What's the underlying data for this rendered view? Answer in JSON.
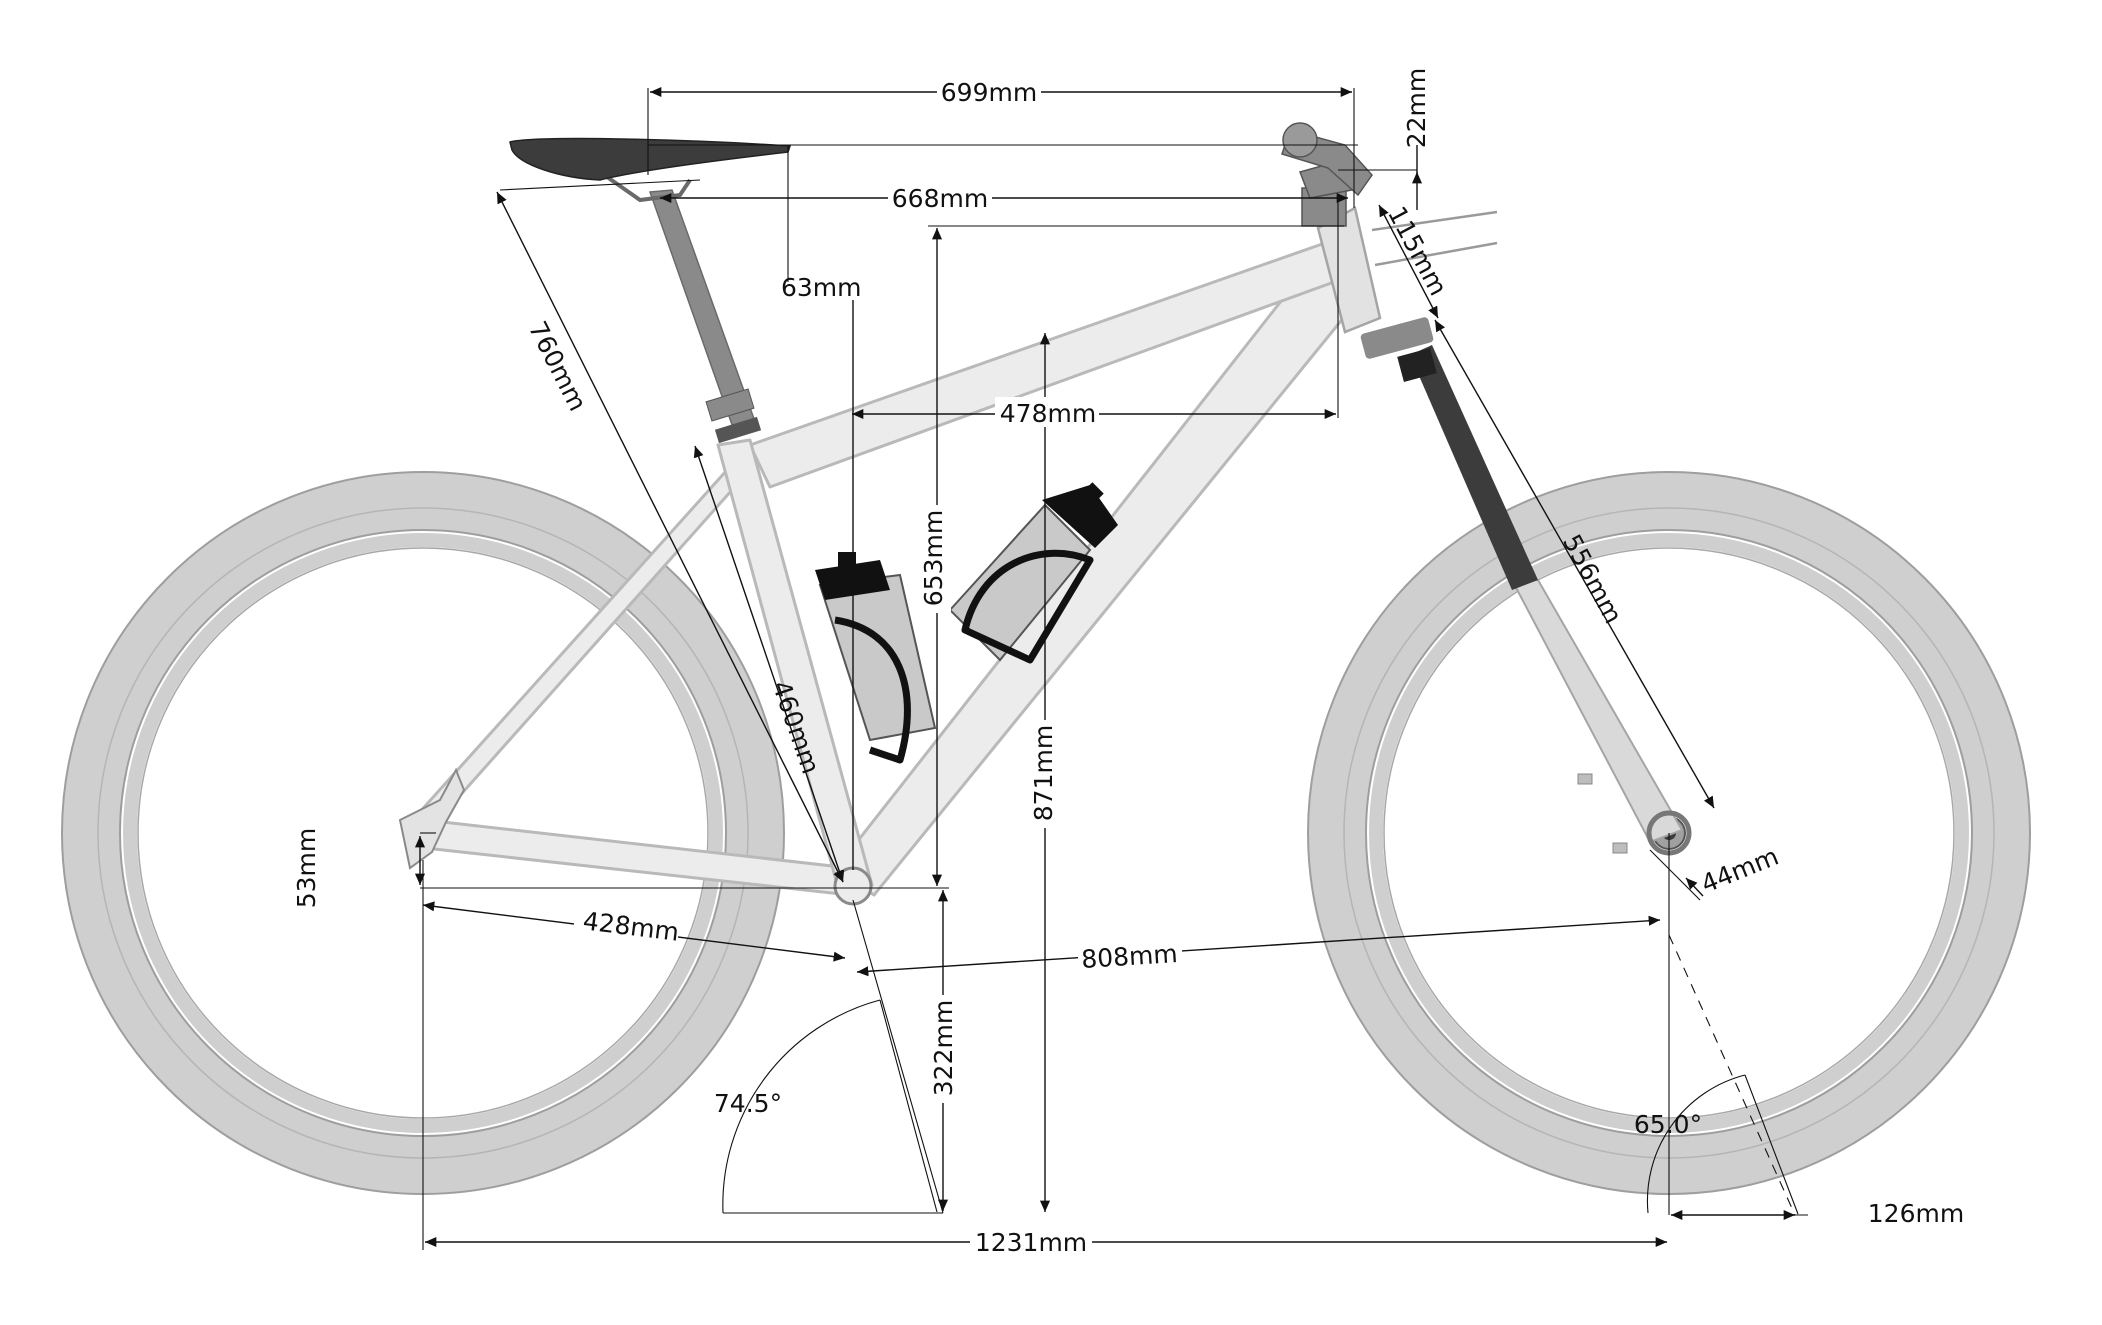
{
  "colors": {
    "background": "#ffffff",
    "tire": "#cfcfcf",
    "tire_edge": "#9e9e9e",
    "frame_fill": "#ececec",
    "frame_edge": "#b9b9b9",
    "component_dark": "#3c3c3c",
    "component_mid": "#8a8a8a",
    "dimension_line": "#111111"
  },
  "dimensions": {
    "stack_top": "699mm",
    "handlebar_rise": "22mm",
    "reach_saddle": "668mm",
    "setback": "63mm",
    "stem_length": "115mm",
    "seat_height": "760mm",
    "reach": "478mm",
    "stack": "653mm",
    "fork_length": "556mm",
    "seat_tube": "460mm",
    "standover": "871mm",
    "bb_drop": "53mm",
    "chainstay": "428mm",
    "front_center": "808mm",
    "fork_offset": "44mm",
    "bb_height": "322mm",
    "seat_angle": "74.5°",
    "head_angle": "65.0°",
    "trail": "126mm",
    "wheelbase": "1231mm"
  }
}
